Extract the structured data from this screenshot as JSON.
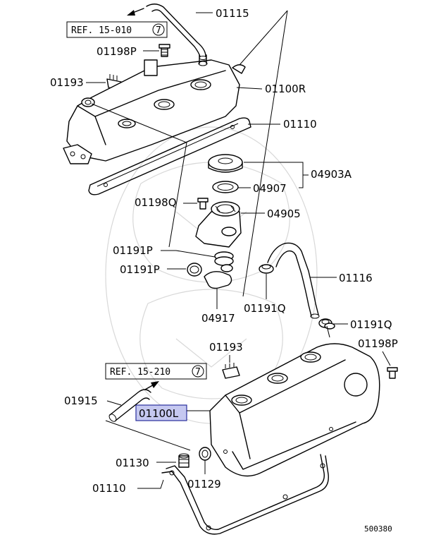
{
  "refs": {
    "top": {
      "prefix": "REF. 15-010",
      "circled": "7"
    },
    "bottom": {
      "prefix": "REF. 15-210",
      "circled": "7"
    }
  },
  "labels": {
    "p01115": "01115",
    "p01198P_top": "01198P",
    "p01193_top": "01193",
    "p01100R": "01100R",
    "p01110_top": "01110",
    "p04903A": "04903A",
    "p04907": "04907",
    "p01198Q": "01198Q",
    "p04905": "04905",
    "p01191P_a": "01191P",
    "p01191P_b": "01191P",
    "p01116": "01116",
    "p04917": "04917",
    "p01191Q_a": "01191Q",
    "p01191Q_b": "01191Q",
    "p01193_bottom": "01193",
    "p01198P_bottom": "01198P",
    "p01915": "01915",
    "p01100L": "01100L",
    "p01130": "01130",
    "p01129": "01129",
    "p01110_bottom": "01110"
  },
  "diagram_code": "500380",
  "highlight_color": "#c5c8f0"
}
